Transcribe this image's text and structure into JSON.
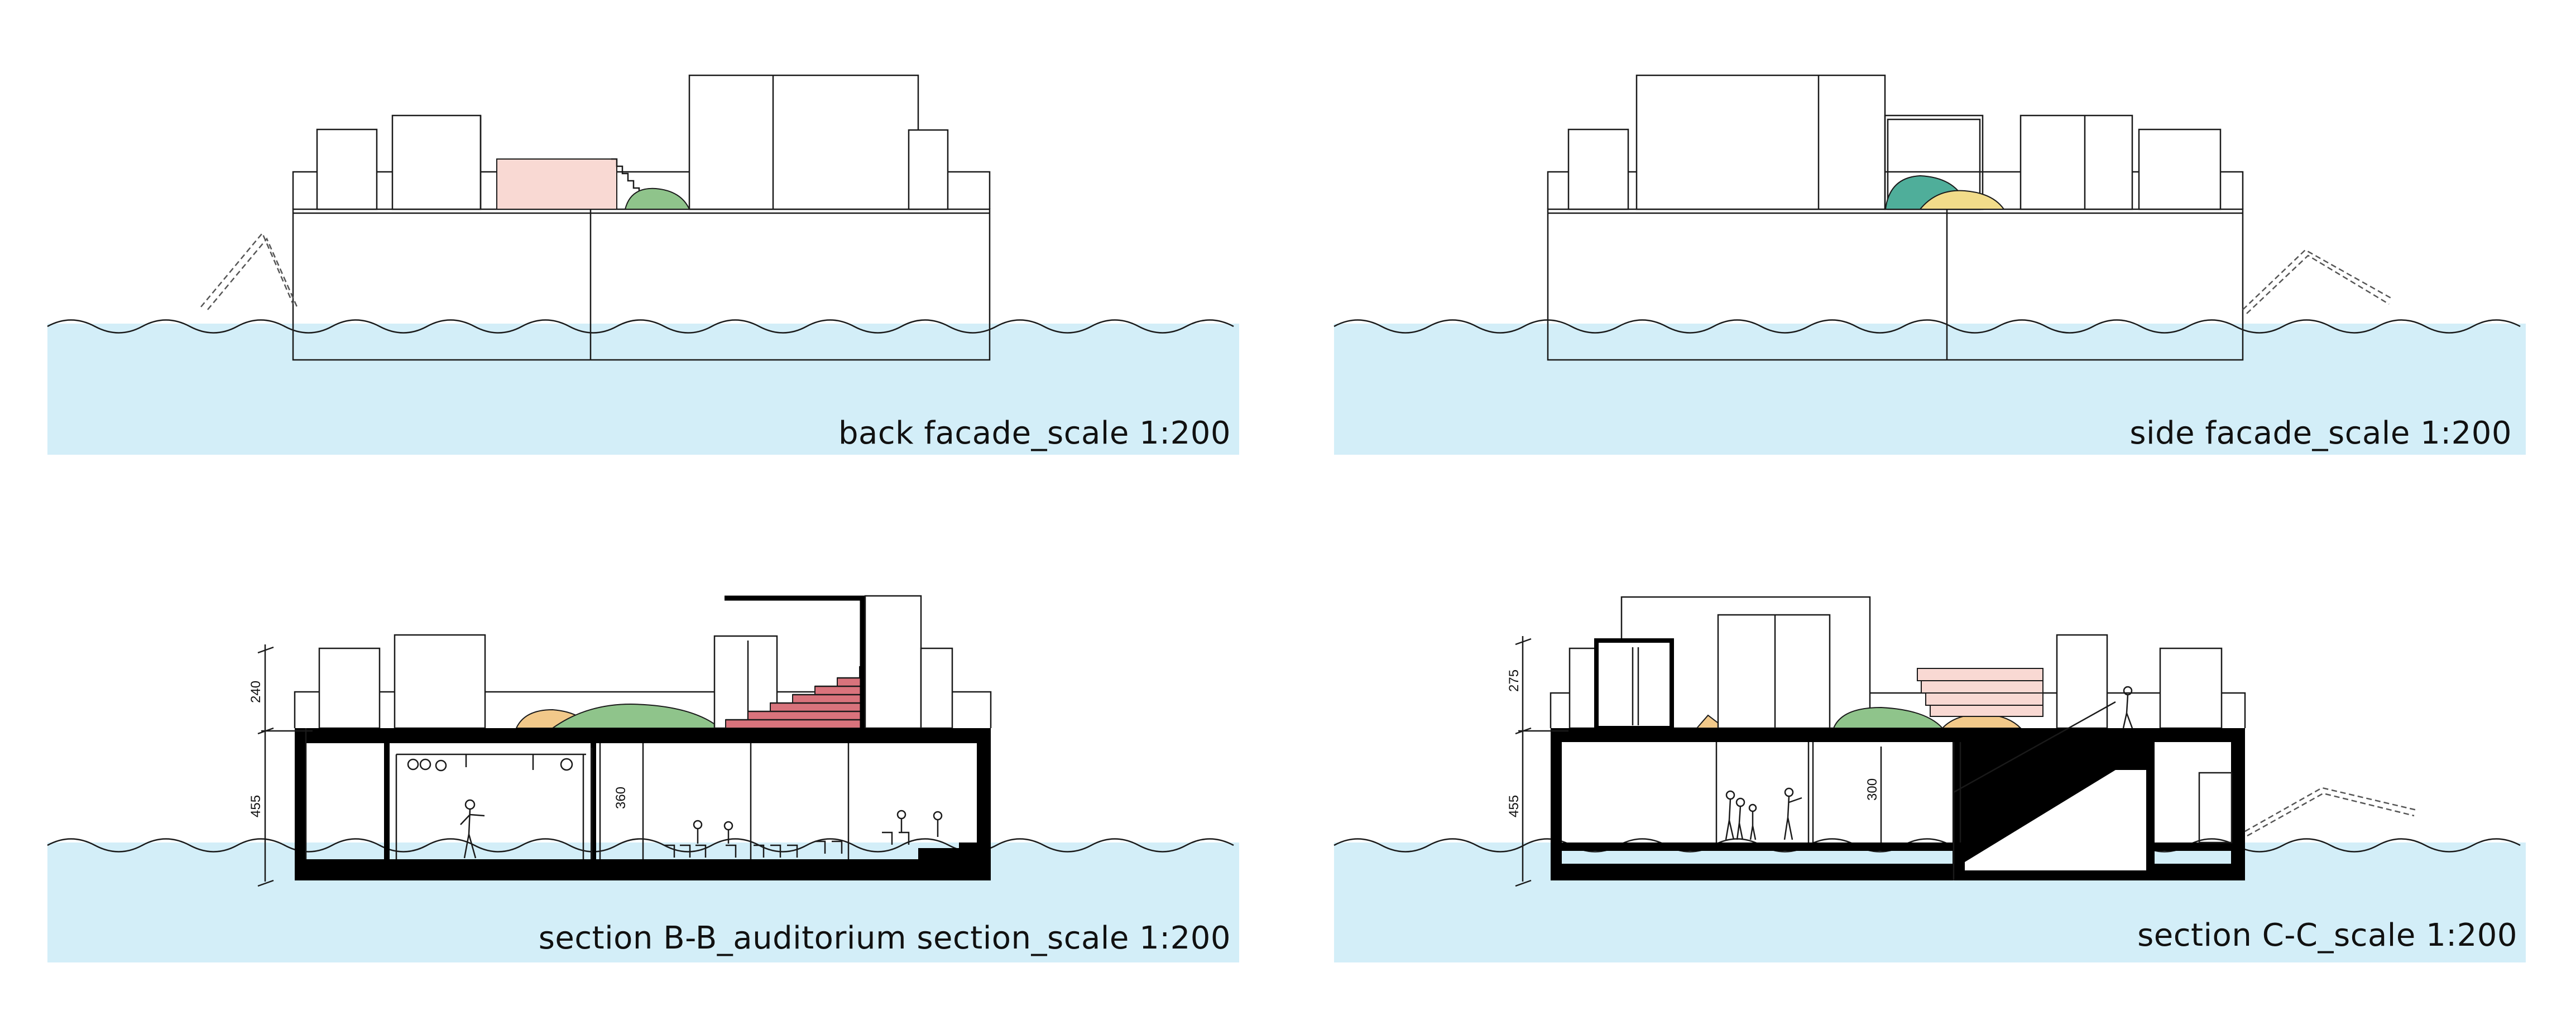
{
  "panels": {
    "back": {
      "caption": "back facade_scale 1:200"
    },
    "side": {
      "caption": "side facade_scale 1:200"
    },
    "section_b": {
      "caption": "section B-B_auditorium section_scale 1:200",
      "dims": [
        "240",
        "455",
        "360"
      ]
    },
    "section_c": {
      "caption": "section C-C_scale 1:200",
      "dims": [
        "275",
        "455",
        "300"
      ]
    }
  },
  "colors": {
    "water": "#d3eef8",
    "wave_line": "#8a8f94",
    "pink": "#f9d9d3",
    "red_stair": "#d9737c",
    "green": "#8fc48b",
    "teal": "#4fae9a",
    "yellow": "#f2dc8a",
    "orange": "#f2c98a"
  }
}
